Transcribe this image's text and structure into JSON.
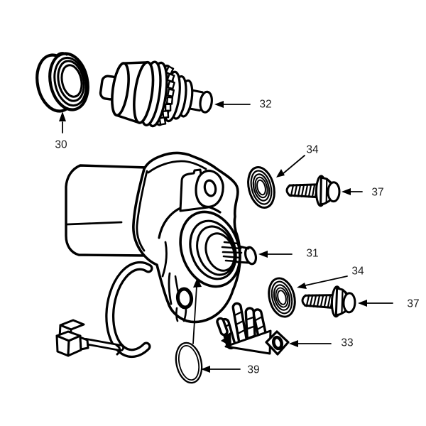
{
  "diagram": {
    "background_color": "#ffffff",
    "line_color": "#000000",
    "label_color": "#1c1c1c",
    "callouts": [
      {
        "label": "30"
      },
      {
        "label": "32"
      },
      {
        "label": "34"
      },
      {
        "label": "37"
      },
      {
        "label": "31"
      },
      {
        "label": "34"
      },
      {
        "label": "37"
      },
      {
        "label": "33"
      },
      {
        "label": "39"
      }
    ]
  }
}
